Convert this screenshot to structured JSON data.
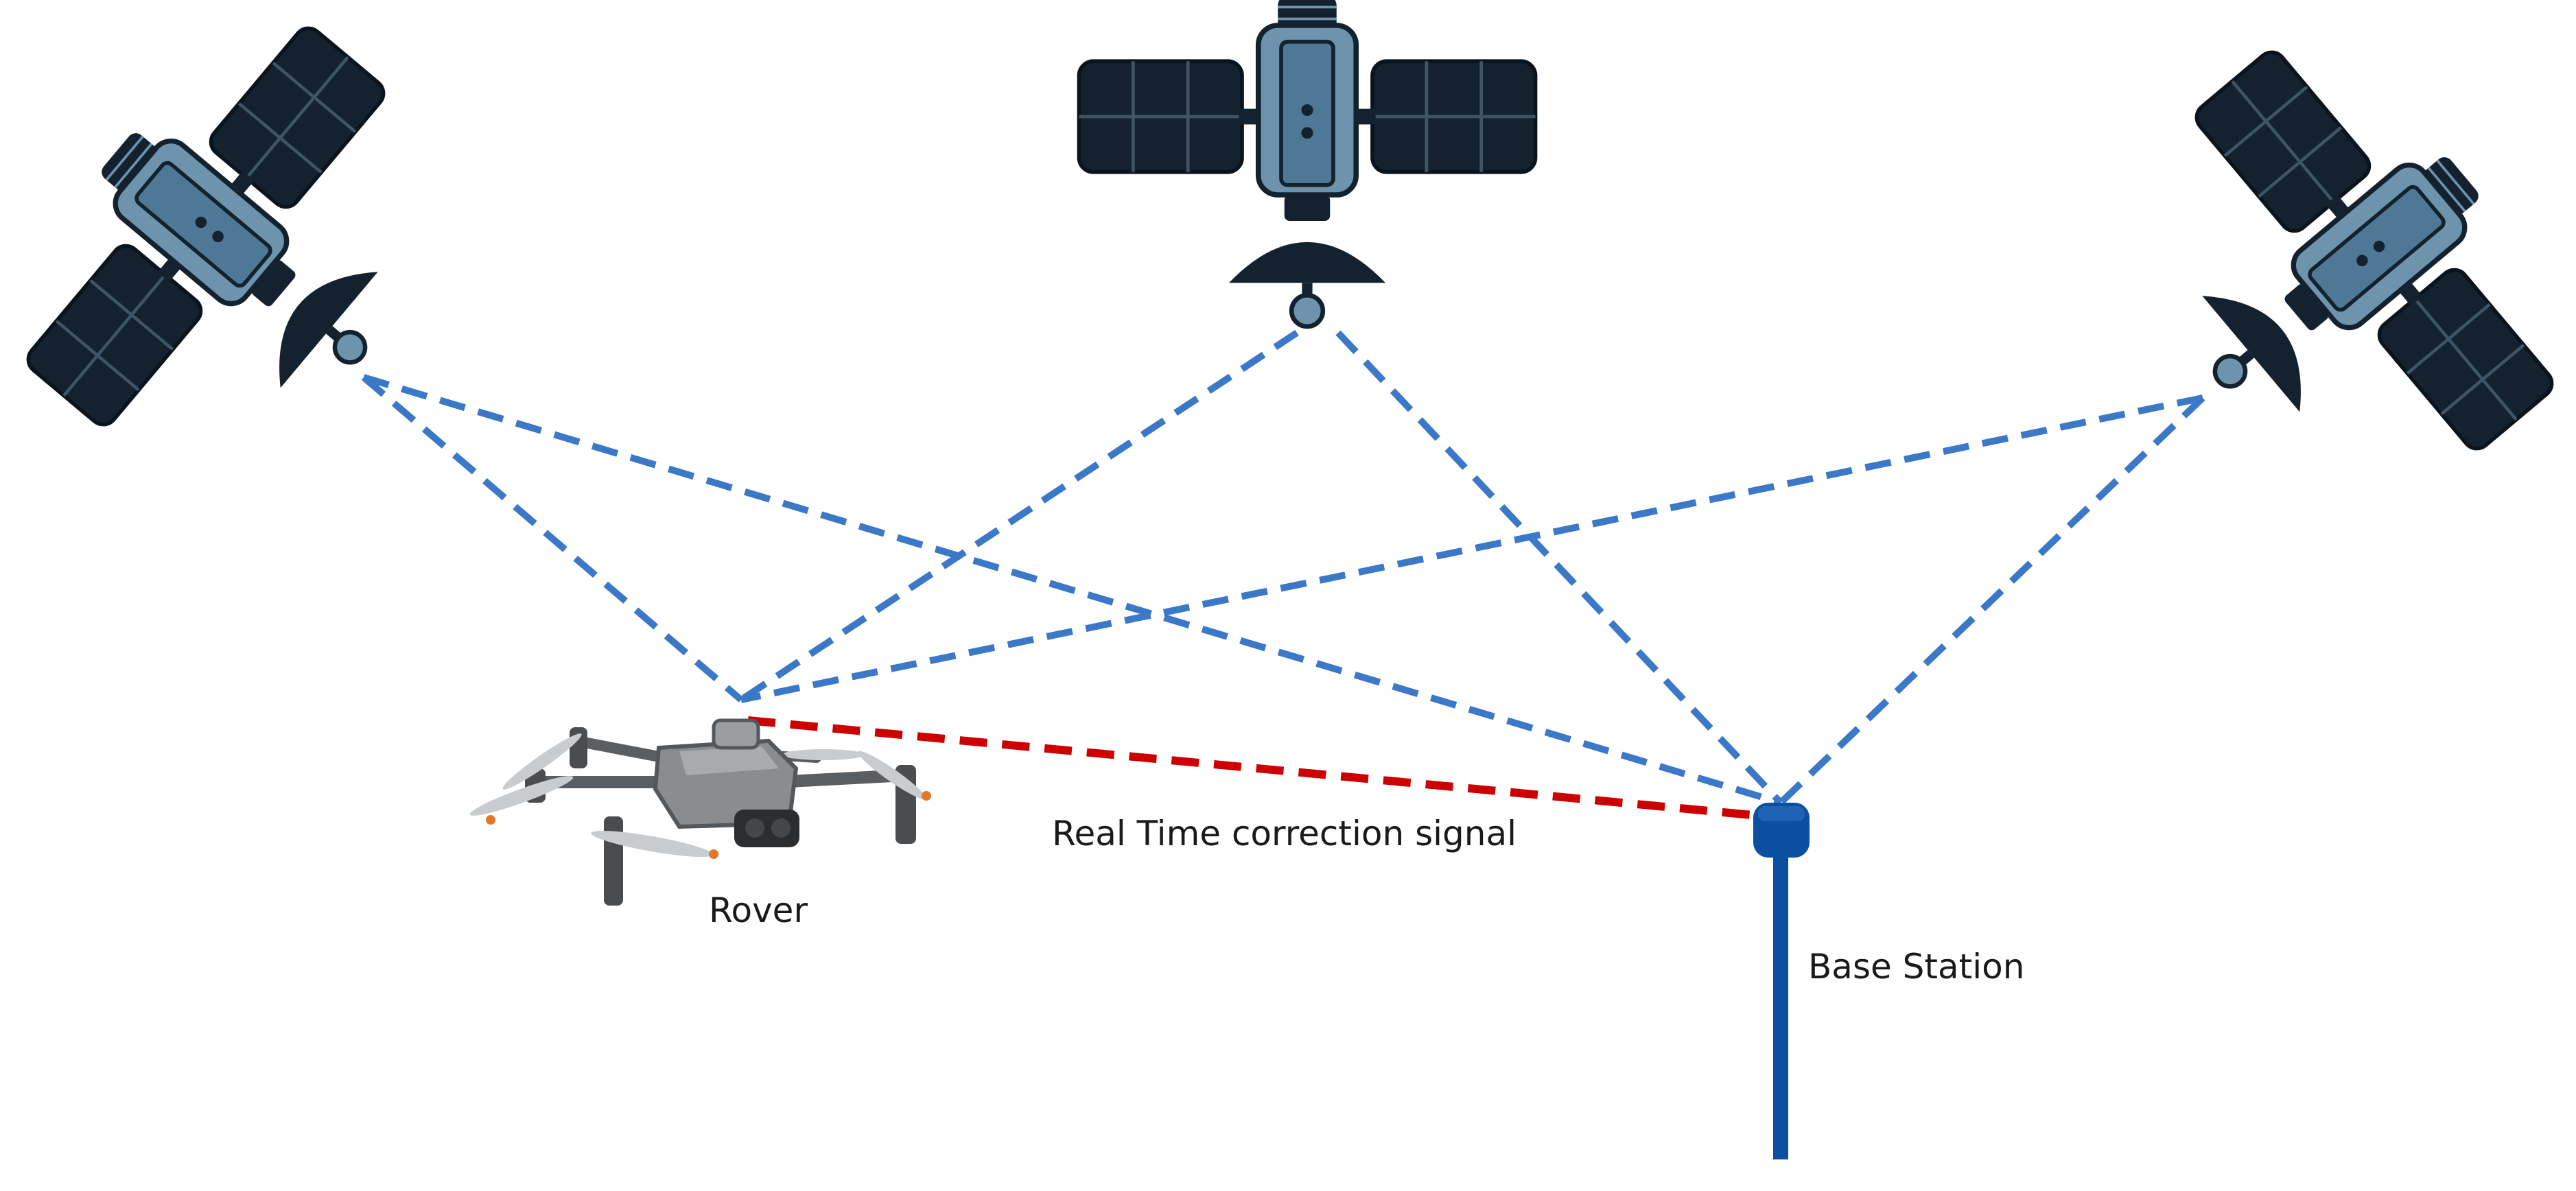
{
  "labels": {
    "rover": "Rover",
    "correction": "Real Time correction signal",
    "base": "Base Station"
  },
  "colors": {
    "satellite_line": "#3b78c8",
    "correction_line": "#cc0000",
    "satellite_dark": "#13222e",
    "satellite_body": "#6e93ad",
    "base_station": "#0a4fa0",
    "drone_body": "#8a8d90"
  },
  "icons": [
    "satellite-left-icon",
    "satellite-center-icon",
    "satellite-right-icon",
    "drone-icon",
    "base-station-icon"
  ]
}
